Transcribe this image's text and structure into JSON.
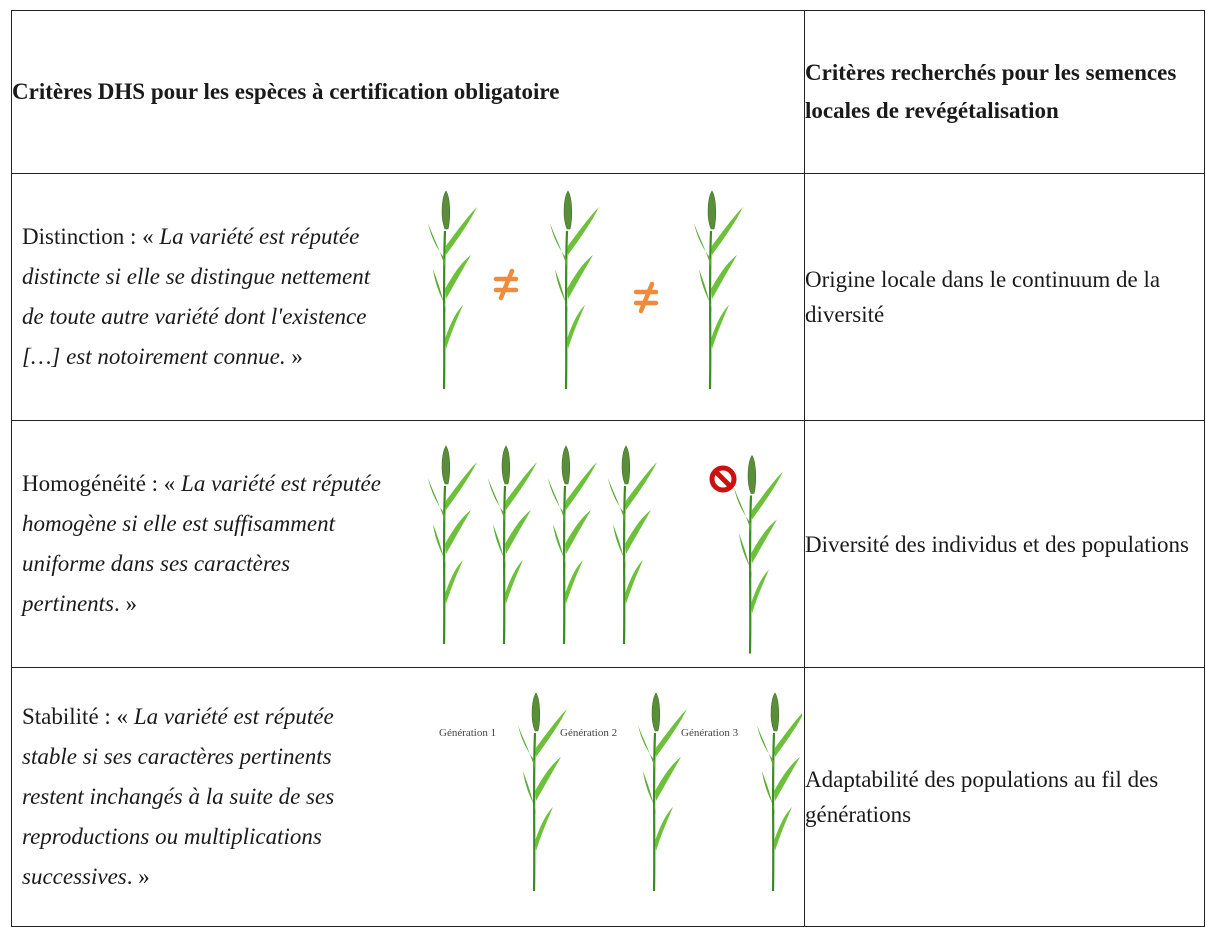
{
  "header": {
    "col1": "Critères DHS pour les espèces à certification obligatoire",
    "col2": "Critères recherchés pour les semences locales de revégétalisation"
  },
  "rows": [
    {
      "term": "Distinction",
      "sep": " : « ",
      "definition": "La variété est réputée distincte si elle se distingue nettement de toute autre variété dont l'existence […] est notoirement connue.",
      "close": " »",
      "right": "Origine locale dans le continuum de la diversité",
      "icon": "not-equal-icon",
      "icon_color": "#f08a3c"
    },
    {
      "term": "Homogénéité",
      "sep": " : « ",
      "definition": "La variété est réputée homogène si elle est suffisamment uniforme dans ses caractères pertinents",
      "close": ". »",
      "right": "Diversité des individus et des populations",
      "icon": "prohibited-icon",
      "icon_color": "#cc1010"
    },
    {
      "term": "Stabilité",
      "sep": " : « ",
      "definition": "La variété est réputée stable si ses caractères pertinents restent inchangés à la suite de ses reproductions ou multiplications successives",
      "close": ". »",
      "right": "Adaptabilité des populations au fil des générations",
      "generations": [
        "Génération 1",
        "Génération 2",
        "Génération 3"
      ]
    }
  ],
  "colors": {
    "stem": "#3a8a20",
    "leaf": "#6cc03a",
    "ear": "#5a8e38"
  }
}
